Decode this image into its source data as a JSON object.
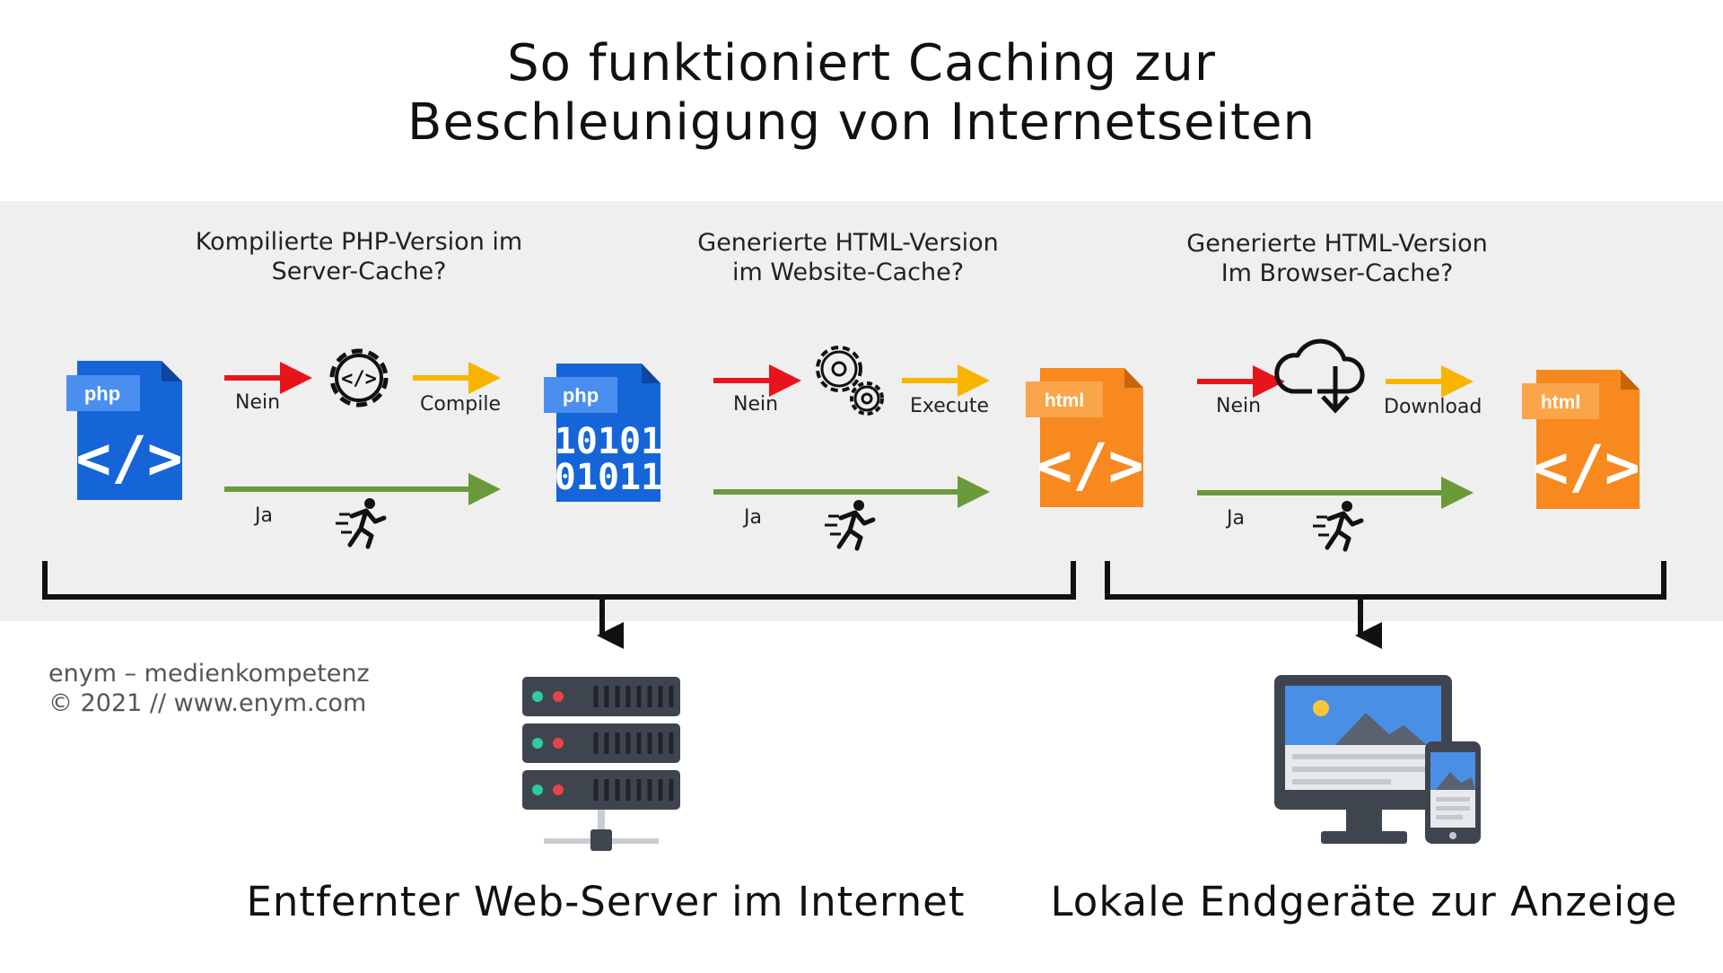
{
  "title": {
    "line1": "So funktioniert Caching zur",
    "line2": "Beschleunigung von Internetseiten"
  },
  "steps": [
    {
      "question_line1": "Kompilierte PHP-Version im",
      "question_line2": "Server-Cache?",
      "no_label": "Nein",
      "action_label": "Compile",
      "yes_label": "Ja",
      "source_file": "php",
      "action_icon": "code-gear-icon"
    },
    {
      "question_line1": "Generierte HTML-Version",
      "question_line2": "im Website-Cache?",
      "no_label": "Nein",
      "action_label": "Execute",
      "yes_label": "Ja",
      "source_file": "php",
      "action_icon": "gears-icon"
    },
    {
      "question_line1": "Generierte HTML-Version",
      "question_line2": "Im Browser-Cache?",
      "no_label": "Nein",
      "action_label": "Download",
      "yes_label": "Ja",
      "source_file": "html",
      "action_icon": "cloud-download-icon"
    }
  ],
  "files": {
    "php_label": "php",
    "html_label": "html",
    "binary_line1": "10101",
    "binary_line2": "01011"
  },
  "brand": {
    "line1": "enym – medienkompetenz",
    "line2": "© 2021  //  www.enym.com"
  },
  "targets": {
    "server": "Entfernter Web-Server im Internet",
    "devices": "Lokale Endgeräte zur Anzeige"
  },
  "colors": {
    "php_blue": "#1565d8",
    "php_tab": "#4a8ff0",
    "html_orange": "#f7891e",
    "html_tab": "#fba54a",
    "arrow_no": "#e8141b",
    "arrow_action": "#f7b500",
    "arrow_yes": "#6a9a3a",
    "band_bg": "#efefef",
    "server_dark": "#3f454f",
    "screen_blue": "#4a8fe6"
  }
}
